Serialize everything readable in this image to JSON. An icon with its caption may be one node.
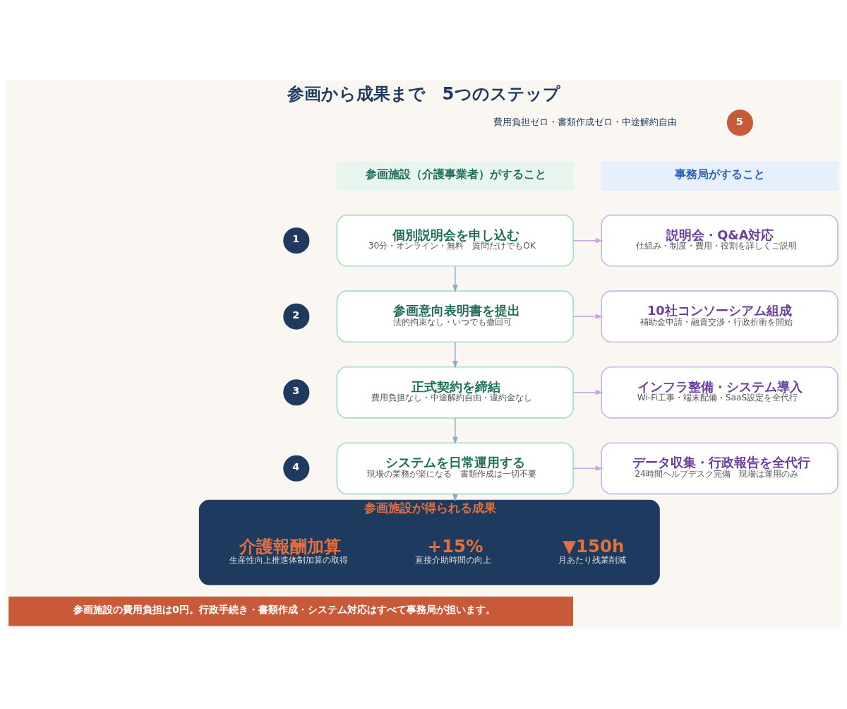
{
  "diagram": {
    "title": "参画から成果まで　5つのステップ",
    "caption": "参画施設の費用負担は0円。行政手続き・書類作成・システム対応はすべて事務局が担います。",
    "nodes": [
      {
        "text": [
          "参画施設（介護事業者）がすること"
        ]
      },
      {
        "text": [
          "事務局がすること"
        ]
      },
      {
        "text": [
          "1"
        ]
      },
      {
        "text": [
          "個別説明会を申し込む",
          "30分・オンライン・無料　質問だけでもOK"
        ]
      },
      {
        "text": [
          "説明会・Q&A対応",
          "仕組み・制度・費用・役割を詳しくご説明"
        ]
      },
      {
        "text": [
          "2"
        ]
      },
      {
        "text": [
          "参画意向表明書を提出",
          "法的拘束なし・いつでも撤回可"
        ]
      },
      {
        "text": [
          "10社コンソーシアム組成",
          "補助金申請・融資交渉・行政折衝を開始"
        ]
      },
      {
        "text": [
          "3"
        ]
      },
      {
        "text": [
          "正式契約を締結",
          "費用負担なし・中途解約自由・違約金なし"
        ]
      },
      {
        "text": [
          "インフラ整備・システム導入",
          "Wi-Fi工事・端末配備・SaaS設定を全代行"
        ]
      },
      {
        "text": [
          "4"
        ]
      },
      {
        "text": [
          "システムを日常運用する",
          "現場の業務が楽になる　書類作成は一切不要"
        ]
      },
      {
        "text": [
          "データ収集・行政報告を全代行",
          "24時間ヘルプデスク完備　現場は運用のみ"
        ]
      },
      {
        "text": [
          "5"
        ]
      },
      {
        "text": [
          "参画施設が得られる成果"
        ]
      },
      {
        "text": [
          "▼150h",
          "月あたり残業削減"
        ],
        "in": 15
      },
      {
        "text": [
          "+15%",
          "直接介助時間の向上"
        ],
        "in": 15
      },
      {
        "text": [
          "介護報酬加算",
          "生産性向上推進体制加算の取得"
        ],
        "in": 15
      }
    ],
    "edges": [
      {
        "from": 3,
        "to": 4,
        "arrow": "to"
      },
      {
        "from": 3,
        "to": 6,
        "arrow": "to",
        "color": "#8fa9c4"
      },
      {
        "from": 6,
        "to": 7,
        "arrow": "to"
      },
      {
        "from": 6,
        "to": 9,
        "arrow": "to",
        "color": "#8fa9c4"
      },
      {
        "from": 9,
        "to": 10,
        "arrow": "to"
      },
      {
        "from": 9,
        "to": 12,
        "arrow": "to",
        "color": "#8fa9c4"
      },
      {
        "from": 12,
        "to": 13,
        "arrow": "to"
      },
      {
        "from": 12,
        "to": 15,
        "arrow": "to",
        "color": "#8fa9c4"
      }
    ],
    "labels": [
      "費用負担ゼロ・書類作成ゼロ・中途解約自由"
    ]
  }
}
